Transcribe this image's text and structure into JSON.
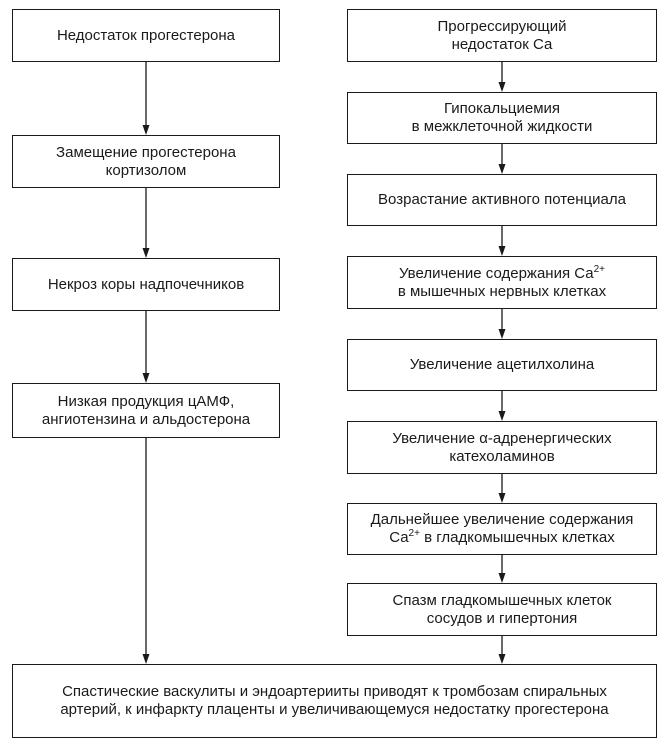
{
  "left_chain": [
    {
      "id": "L1",
      "lines": [
        "Недостаток прогестерона"
      ]
    },
    {
      "id": "L2",
      "lines": [
        "Замещение прогестерона",
        "кортизолом"
      ]
    },
    {
      "id": "L3",
      "lines": [
        "Некроз коры надпочечников"
      ]
    },
    {
      "id": "L4",
      "lines": [
        "Низкая продукция цАМФ,",
        "ангиотензина и альдостерона"
      ]
    }
  ],
  "right_chain": [
    {
      "id": "R1",
      "lines": [
        "Прогрессирующий",
        "недостаток Са"
      ]
    },
    {
      "id": "R2",
      "lines": [
        "Гипокальциемия",
        "в межклеточной жидкости"
      ]
    },
    {
      "id": "R3",
      "lines": [
        "Возрастание активного потенциала"
      ]
    },
    {
      "id": "R4",
      "lines": [
        "Увеличение содержания Са",
        "в мышечных нервных клетках"
      ],
      "sup": {
        "line": 0,
        "text": "2+"
      }
    },
    {
      "id": "R5",
      "lines": [
        "Увеличение ацетилхолина"
      ]
    },
    {
      "id": "R6",
      "lines": [
        "Увеличение α-адренергических",
        "катехоламинов"
      ]
    },
    {
      "id": "R7",
      "lines": [
        "Дальнейшее увеличение содержания",
        "Са в гладкомышечных клетках"
      ],
      "sup": {
        "line": 1,
        "after": "Са",
        "text": "2+"
      }
    },
    {
      "id": "R8",
      "lines": [
        "Спазм гладкомышечных клеток",
        "сосудов и гипертония"
      ]
    }
  ],
  "bottom": {
    "id": "B",
    "lines": [
      "Спастические васкулиты и эндоартерииты приводят к тромбозам спиральных",
      "артерий, к инфаркту плаценты и увеличивающемуся недостатку прогестерона"
    ]
  }
}
